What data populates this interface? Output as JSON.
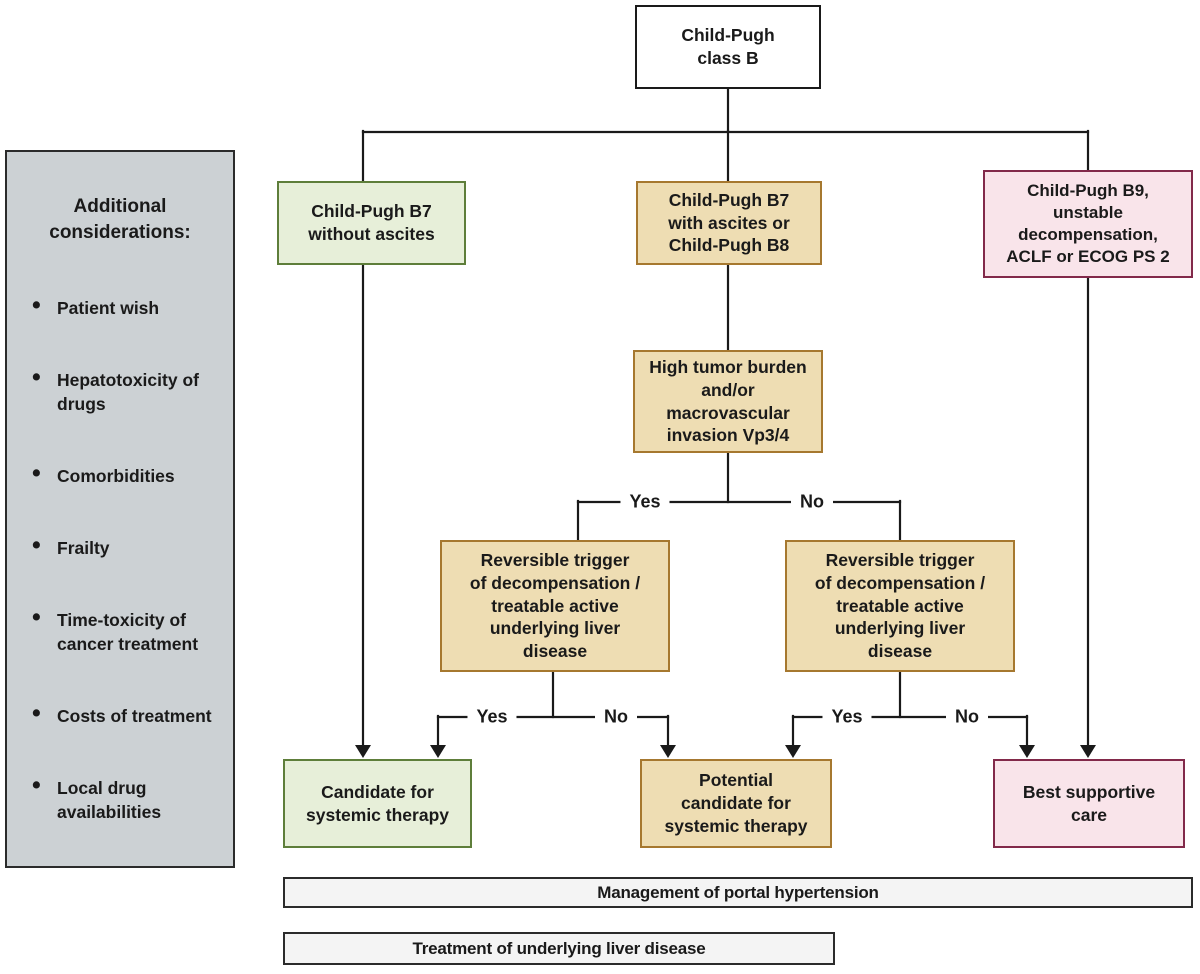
{
  "palette": {
    "line": "#1a1a1a",
    "green_fill": "#e7efd9",
    "green_border": "#5e7e3a",
    "tan_fill": "#eeddb3",
    "tan_border": "#a6782f",
    "pink_fill": "#f9e4ea",
    "pink_border": "#82294a",
    "sidebar_fill": "#ccd1d4",
    "sidebar_border": "#2b2b2b",
    "bar_fill": "#f4f4f4",
    "bar_border": "#2b2b2b",
    "root_fill": "#ffffff",
    "root_border": "#1a1a1a"
  },
  "sidebar": {
    "title": "Additional\nconsiderations:",
    "items": [
      "Patient wish",
      "Hepatotoxicity of drugs",
      "Comorbidities",
      "Frailty",
      "Time-toxicity of cancer treatment",
      "Costs of treatment",
      "Local drug availabilities"
    ]
  },
  "nodes": {
    "root": "Child-Pugh\nclass B",
    "b7_without_ascites": "Child-Pugh B7\nwithout ascites",
    "b7_with_ascites_or_b8": "Child-Pugh B7\nwith ascites or\nChild-Pugh B8",
    "b9_unstable": "Child-Pugh B9,\nunstable\ndecompensation,\nACLF or ECOG PS 2",
    "high_tumor_burden": "High tumor burden\nand/or\nmacrovascular\ninvasion Vp3/4",
    "reversible_trigger_left": "Reversible trigger\nof decompensation /\ntreatable active\nunderlying liver\ndisease",
    "reversible_trigger_right": "Reversible trigger\nof decompensation /\ntreatable active\nunderlying liver\ndisease",
    "candidate_systemic_therapy": "Candidate for\nsystemic therapy",
    "potential_candidate_systemic_therapy": "Potential\ncandidate for\nsystemic therapy",
    "best_supportive_care": "Best supportive\ncare"
  },
  "decision_labels": {
    "yes": "Yes",
    "no": "No"
  },
  "bottom_bars": {
    "portal_hypertension": "Management of portal hypertension",
    "underlying_liver_disease": "Treatment of underlying liver disease"
  }
}
